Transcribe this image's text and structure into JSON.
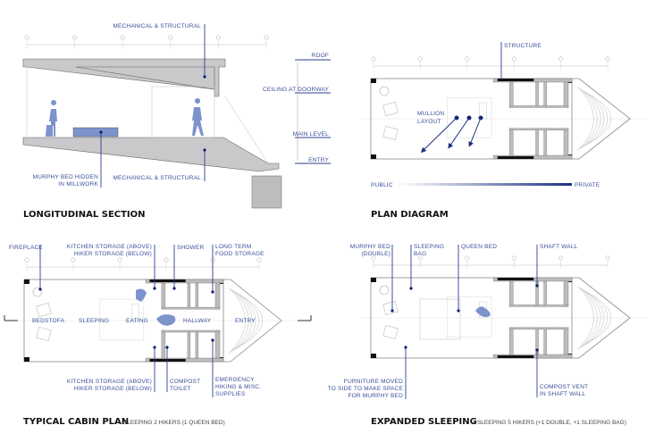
{
  "colors": {
    "accent": "#2b3f8f",
    "dot": "#0d1f6b",
    "figure": "#7d93cc"
  },
  "section": {
    "title": "LONGITUDINAL SECTION",
    "mech_top": "MECHANICAL  & STRUCTURAL",
    "mech_bottom": "MECHANICAL  & STRUCTURAL",
    "murphy_1": "MURPHY BED HIDDEN",
    "murphy_2": "IN MILLWORK",
    "levels": [
      "ROOF",
      "CEILING AT DOORWAY",
      "MAIN LEVEL",
      "ENTRY"
    ]
  },
  "plan_diagram": {
    "title": "PLAN DIAGRAM",
    "structure": "STRUCTURE",
    "mullion_1": "MULLION",
    "mullion_2": "LAYOUT",
    "public": "PUBLIC",
    "private": "PRIVATE"
  },
  "typical": {
    "title": "TYPICAL CABIN PLAN",
    "subtitle": "- SLEEPING 2 HIKERS (1 QUEEN BED)",
    "fireplace": "FIREPLACE",
    "kitchen_top_1": "KITCHEN STORAGE (ABOVE)",
    "kitchen_top_2": "HIKER STORAGE (BELOW)",
    "shower": "SHOWER",
    "food_1": "LONG TERM",
    "food_2": "FOOD STORAGE",
    "rooms": [
      "BEDSTOFA",
      "SLEEPING",
      "EATING",
      "HALLWAY",
      "ENTRY"
    ],
    "kitchen_bot_1": "KITCHEN STORAGE (ABOVE)",
    "kitchen_bot_2": "HIKER STORAGE (BELOW)",
    "toilet_1": "COMPOST",
    "toilet_2": "TOILET",
    "emergency_1": "EMERGENCY",
    "emergency_2": "HIKING  & MISC.",
    "emergency_3": "SUPPLIES"
  },
  "expanded": {
    "title": "EXPANDED SLEEPING",
    "subtitle": "- SLEEPING 5 HIKERS (+1 DOUBLE, +1 SLEEPING BAG)",
    "murphy_1": "MURPHY BED",
    "murphy_2": "(DOUBLE)",
    "bag_1": "SLEEPING",
    "bag_2": "BAG",
    "queen": "QUEEN BED",
    "shaft": "SHAFT WALL",
    "furniture_1": "FURNITURE MOVED",
    "furniture_2": "TO SIDE TO MAKE SPACE",
    "furniture_3": "FOR MURPHY BED",
    "vent_1": "COMPOST VENT",
    "vent_2": "IN SHAFT WALL"
  }
}
